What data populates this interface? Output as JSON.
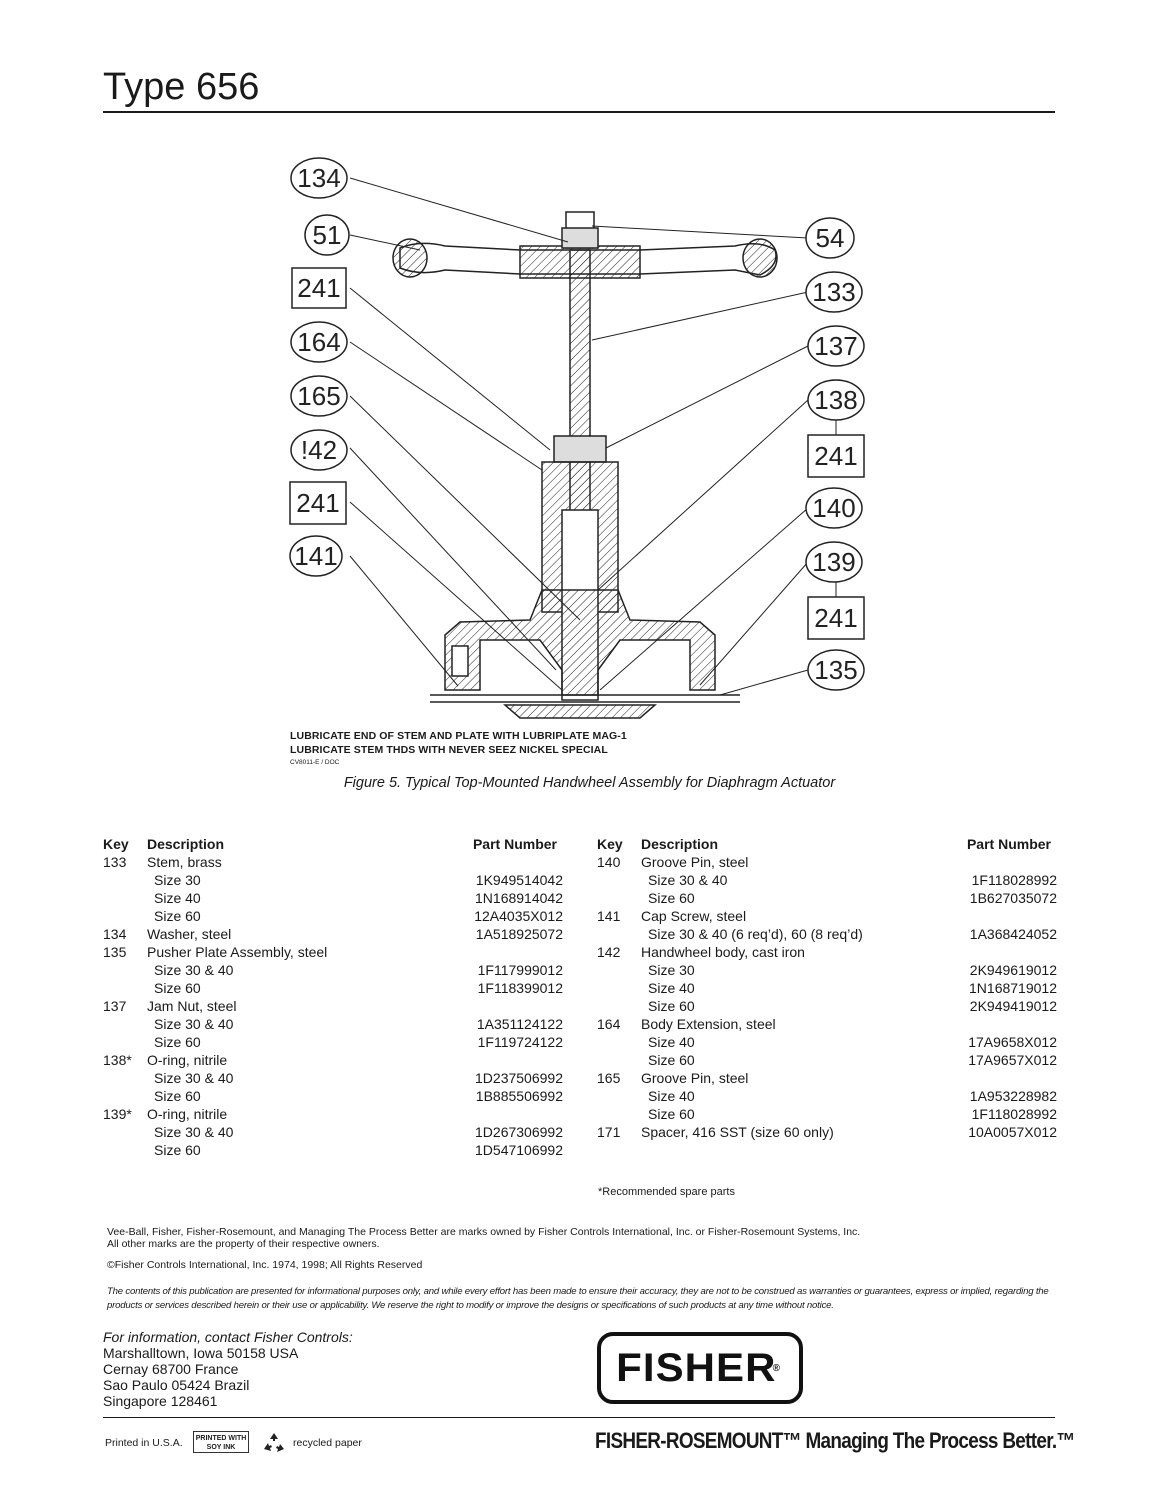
{
  "header": {
    "title": "Type 656"
  },
  "figure": {
    "callouts_left": [
      "134",
      "51",
      "241",
      "164",
      "165",
      "!42",
      "241",
      "141"
    ],
    "callouts_right": [
      "54",
      "133",
      "137",
      "138",
      "241",
      "140",
      "139",
      "241",
      "135"
    ],
    "note1": "LUBRICATE END OF STEM AND PLATE WITH LUBRIPLATE MAG-1",
    "note2": "LUBRICATE STEM THDS WITH NEVER SEEZ NICKEL SPECIAL",
    "figure_id": "CV8011-E / DOC",
    "caption": "Figure 5. Typical Top-Mounted Handwheel Assembly for Diaphragm Actuator"
  },
  "parts_headers": {
    "key": "Key",
    "description": "Description",
    "part_number": "Part Number"
  },
  "parts_left": [
    {
      "key": "133",
      "desc": "Stem, brass",
      "part": ""
    },
    {
      "key": "",
      "desc": "Size 30",
      "part": "1K949514042"
    },
    {
      "key": "",
      "desc": "Size 40",
      "part": "1N168914042"
    },
    {
      "key": "",
      "desc": "Size 60",
      "part": "12A4035X012"
    },
    {
      "key": "134",
      "desc": "Washer, steel",
      "part": "1A518925072"
    },
    {
      "key": "135",
      "desc": "Pusher Plate Assembly, steel",
      "part": ""
    },
    {
      "key": "",
      "desc": "Size 30 & 40",
      "part": "1F117999012"
    },
    {
      "key": "",
      "desc": "Size 60",
      "part": "1F118399012"
    },
    {
      "key": "137",
      "desc": "Jam Nut, steel",
      "part": ""
    },
    {
      "key": "",
      "desc": "Size 30 & 40",
      "part": "1A351124122"
    },
    {
      "key": "",
      "desc": "Size 60",
      "part": "1F119724122"
    },
    {
      "key": "138*",
      "desc": "O-ring, nitrile",
      "part": ""
    },
    {
      "key": "",
      "desc": "Size 30 & 40",
      "part": "1D237506992"
    },
    {
      "key": "",
      "desc": "Size 60",
      "part": "1B885506992"
    },
    {
      "key": "139*",
      "desc": "O-ring, nitrile",
      "part": ""
    },
    {
      "key": "",
      "desc": "Size 30 & 40",
      "part": "1D267306992"
    },
    {
      "key": "",
      "desc": "Size 60",
      "part": "1D547106992"
    }
  ],
  "parts_right": [
    {
      "key": "140",
      "desc": "Groove Pin, steel",
      "part": ""
    },
    {
      "key": "",
      "desc": "Size 30 & 40",
      "part": "1F118028992"
    },
    {
      "key": "",
      "desc": "Size 60",
      "part": "1B627035072"
    },
    {
      "key": "141",
      "desc": "Cap Screw, steel",
      "part": ""
    },
    {
      "key": "",
      "desc": "Size 30 & 40 (6 req’d), 60 (8 req’d)",
      "part": "1A368424052"
    },
    {
      "key": "142",
      "desc": "Handwheel body, cast iron",
      "part": ""
    },
    {
      "key": "",
      "desc": "Size 30",
      "part": "2K949619012"
    },
    {
      "key": "",
      "desc": "Size 40",
      "part": "1N168719012"
    },
    {
      "key": "",
      "desc": "Size 60",
      "part": "2K949419012"
    },
    {
      "key": "164",
      "desc": "Body Extension, steel",
      "part": ""
    },
    {
      "key": "",
      "desc": "Size 40",
      "part": "17A9658X012"
    },
    {
      "key": "",
      "desc": "Size 60",
      "part": "17A9657X012"
    },
    {
      "key": "165",
      "desc": "Groove Pin, steel",
      "part": ""
    },
    {
      "key": "",
      "desc": "Size 40",
      "part": "1A953228982"
    },
    {
      "key": "",
      "desc": "Size 60",
      "part": "1F118028992"
    },
    {
      "key": "171",
      "desc": "Spacer, 416 SST (size 60 only)",
      "part": "10A0057X012"
    }
  ],
  "footnote": "*Recommended spare parts",
  "trademarks": {
    "line1": "Vee-Ball, Fisher, Fisher-Rosemount, and Managing The Process Better are marks owned by Fisher Controls International, Inc. or Fisher-Rosemount Systems, Inc.",
    "line2": "All other marks are the property of their respective owners."
  },
  "copyright": "©Fisher Controls International, Inc. 1974, 1998; All Rights Reserved",
  "disclaimer": "The contents of this publication are presented for informational purposes only, and while every effort has been made to ensure their accuracy, they are not to be construed as warranties or guarantees, express or implied, regarding the products or services described herein or their use or applicability. We reserve the right to modify or improve the designs or specifications of such products at any time without notice.",
  "contact": {
    "title": "For information, contact Fisher Controls:",
    "lines": [
      "Marshalltown, Iowa 50158 USA",
      "Cernay 68700 France",
      "Sao Paulo 05424 Brazil",
      "Singapore 128461"
    ]
  },
  "logo": {
    "text": "FISHER",
    "mark": "®"
  },
  "footer": {
    "printed": "Printed in U.S.A.",
    "soy_line1": "PRINTED WITH",
    "soy_line2": "SOY INK",
    "recycled": "recycled paper",
    "tagline": "FISHER-ROSEMOUNT™ Managing The Process Better.™"
  }
}
